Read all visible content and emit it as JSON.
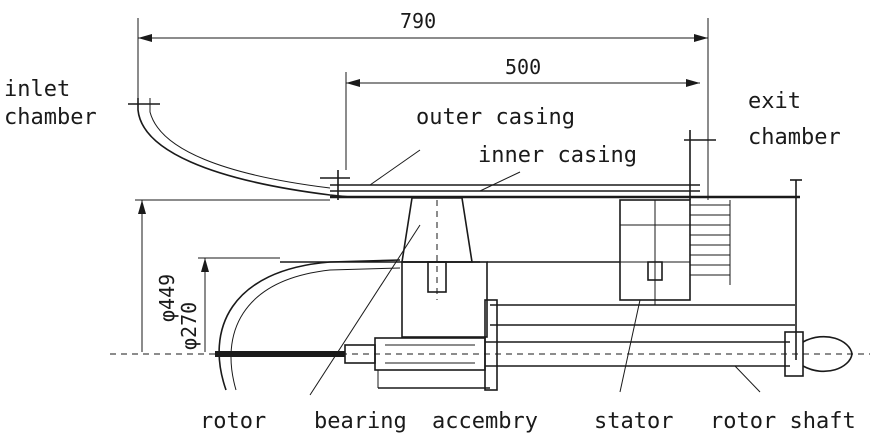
{
  "dimensions": {
    "overall_length": "790",
    "stator_length": "500",
    "outer_diameter": "φ449",
    "inner_diameter": "φ270"
  },
  "labels": {
    "inlet_chamber": [
      "inlet",
      "chamber"
    ],
    "exit_chamber": [
      "exit",
      "chamber"
    ],
    "outer_casing": "outer casing",
    "inner_casing": "inner casing",
    "rotor": "rotor",
    "bearing": "bearing",
    "accembry": "accembry",
    "stator": "stator",
    "rotor_shaft": "rotor shaft"
  }
}
